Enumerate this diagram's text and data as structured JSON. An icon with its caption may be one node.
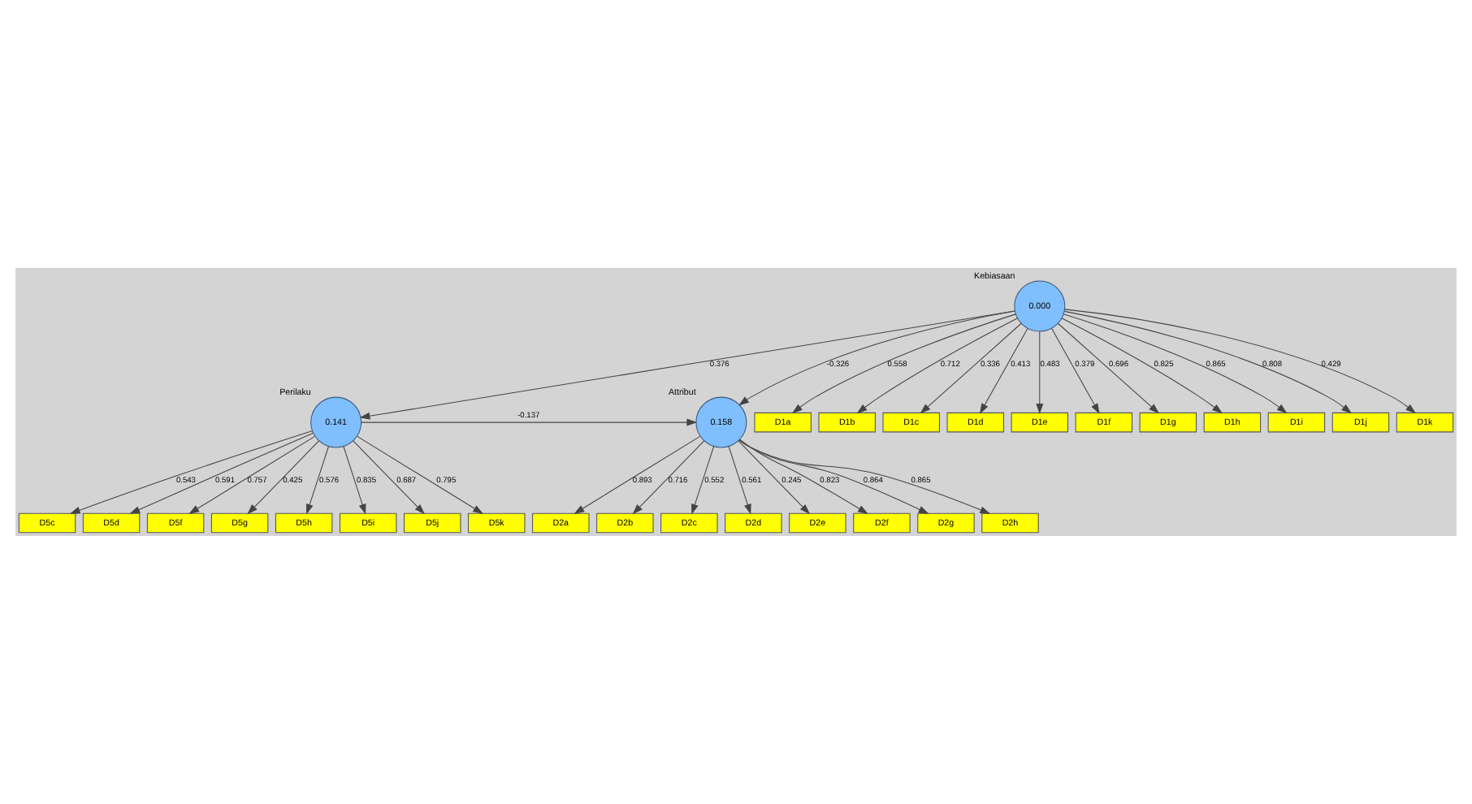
{
  "diagram": {
    "nodes": [
      {
        "text": [
          "0.141"
        ],
        "beside": [
          "Perilaku"
        ]
      },
      {
        "text": [
          "0.158"
        ],
        "beside": [
          "Attribut"
        ]
      },
      {
        "text": [
          "0.000"
        ],
        "beside": [
          "Kebiasaan"
        ]
      },
      {
        "text": [
          "D5c"
        ]
      },
      {
        "text": [
          "D5d"
        ]
      },
      {
        "text": [
          "D5f"
        ]
      },
      {
        "text": [
          "D5g"
        ]
      },
      {
        "text": [
          "D5h"
        ]
      },
      {
        "text": [
          "D5i"
        ]
      },
      {
        "text": [
          "D5j"
        ]
      },
      {
        "text": [
          "D5k"
        ]
      },
      {
        "text": [
          "D2a"
        ]
      },
      {
        "text": [
          "D2b"
        ]
      },
      {
        "text": [
          "D2c"
        ]
      },
      {
        "text": [
          "D2d"
        ]
      },
      {
        "text": [
          "D2e"
        ]
      },
      {
        "text": [
          "D2f"
        ]
      },
      {
        "text": [
          "D2g"
        ]
      },
      {
        "text": [
          "D2h"
        ]
      },
      {
        "text": [
          "D1a"
        ]
      },
      {
        "text": [
          "D1b"
        ]
      },
      {
        "text": [
          "D1c"
        ]
      },
      {
        "text": [
          "D1d"
        ]
      },
      {
        "text": [
          "D1e"
        ]
      },
      {
        "text": [
          "D1f"
        ]
      },
      {
        "text": [
          "D1g"
        ]
      },
      {
        "text": [
          "D1h"
        ]
      },
      {
        "text": [
          "D1i"
        ]
      },
      {
        "text": [
          "D1j"
        ]
      },
      {
        "text": [
          "D1k"
        ]
      }
    ],
    "edges": [
      {
        "from": 0,
        "to": 1,
        "arrow": "to",
        "label": "-0.137"
      },
      {
        "from": 2,
        "to": 0,
        "arrow": "to",
        "label": "0.376"
      },
      {
        "from": 2,
        "to": 1,
        "arrow": "to",
        "label": "-0.326"
      },
      {
        "from": 0,
        "to": 3,
        "arrow": "to",
        "label": "0.543"
      },
      {
        "from": 0,
        "to": 4,
        "arrow": "to",
        "label": "0.591"
      },
      {
        "from": 0,
        "to": 5,
        "arrow": "to",
        "label": "0.757"
      },
      {
        "from": 0,
        "to": 6,
        "arrow": "to",
        "label": "0.425"
      },
      {
        "from": 0,
        "to": 7,
        "arrow": "to",
        "label": "0.576"
      },
      {
        "from": 0,
        "to": 8,
        "arrow": "to",
        "label": "0.835"
      },
      {
        "from": 0,
        "to": 9,
        "arrow": "to",
        "label": "0.687"
      },
      {
        "from": 0,
        "to": 10,
        "arrow": "to",
        "label": "0.795"
      },
      {
        "from": 1,
        "to": 11,
        "arrow": "to",
        "label": "0.893"
      },
      {
        "from": 1,
        "to": 12,
        "arrow": "to",
        "label": "0.716"
      },
      {
        "from": 1,
        "to": 13,
        "arrow": "to",
        "label": "0.552"
      },
      {
        "from": 1,
        "to": 14,
        "arrow": "to",
        "label": "0.561"
      },
      {
        "from": 1,
        "to": 15,
        "arrow": "to",
        "label": "0.245"
      },
      {
        "from": 1,
        "to": 16,
        "arrow": "to",
        "label": "0.823"
      },
      {
        "from": 1,
        "to": 17,
        "arrow": "to",
        "label": "0.864"
      },
      {
        "from": 1,
        "to": 18,
        "arrow": "to",
        "label": "0.865"
      },
      {
        "from": 2,
        "to": 19,
        "arrow": "to",
        "label": "0.558"
      },
      {
        "from": 2,
        "to": 20,
        "arrow": "to",
        "label": "0.712"
      },
      {
        "from": 2,
        "to": 21,
        "arrow": "to",
        "label": "0.336"
      },
      {
        "from": 2,
        "to": 22,
        "arrow": "to",
        "label": "0.413"
      },
      {
        "from": 2,
        "to": 23,
        "arrow": "to",
        "label": "0.483"
      },
      {
        "from": 2,
        "to": 24,
        "arrow": "to",
        "label": "0.379"
      },
      {
        "from": 2,
        "to": 25,
        "arrow": "to",
        "label": "0.696"
      },
      {
        "from": 2,
        "to": 26,
        "arrow": "to",
        "label": "0.825"
      },
      {
        "from": 2,
        "to": 27,
        "arrow": "to",
        "label": "0.865"
      },
      {
        "from": 2,
        "to": 28,
        "arrow": "to",
        "label": "0.808"
      },
      {
        "from": 2,
        "to": 29,
        "arrow": "to",
        "label": "0.429"
      }
    ]
  }
}
